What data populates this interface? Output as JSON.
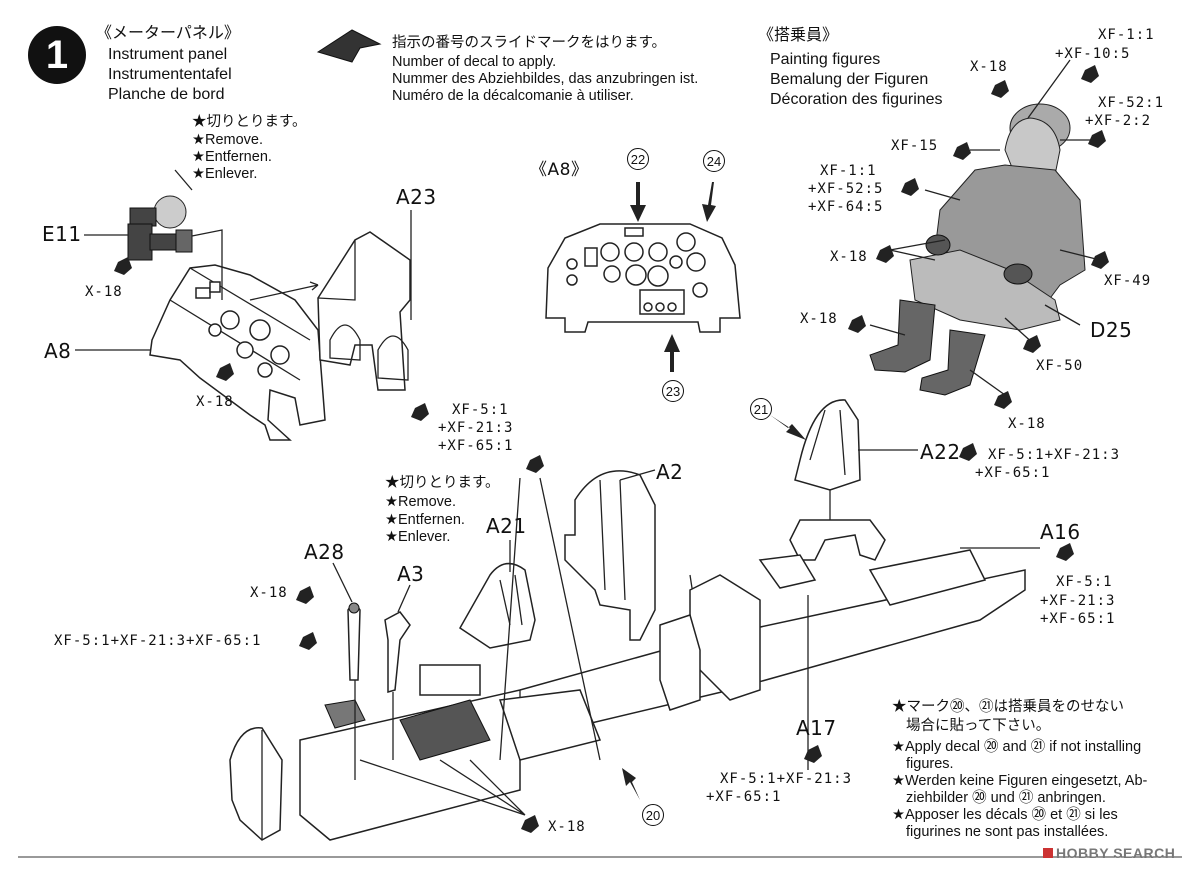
{
  "step": {
    "number": "1",
    "title_jp": "《メーターパネル》",
    "title_en": "Instrument panel",
    "title_de": "Instrumententafel",
    "title_fr": "Planche de bord"
  },
  "decal_note": {
    "jp": "指示の番号のスライドマークをはります。",
    "en": "Number of decal to apply.",
    "de": "Nummer des Abziehbildes, das anzubringen ist.",
    "fr": "Numéro de la décalcomanie à utiliser."
  },
  "figures_section": {
    "title_jp": "《搭乗員》",
    "en": "Painting figures",
    "de": "Bemalung der Figuren",
    "fr": "Décoration des figurines"
  },
  "remove_note": {
    "jp": "★切りとります。",
    "en": "★Remove.",
    "de": "★Entfernen.",
    "fr": "★Enlever."
  },
  "part_labels": {
    "e11": "E11",
    "a8": "A8",
    "a23": "A23",
    "a8_panel": "《A8》",
    "a2": "A2",
    "a21": "A21",
    "a22": "A22",
    "a28": "A28",
    "a3": "A3",
    "a16": "A16",
    "a17": "A17",
    "d25": "D25"
  },
  "decal_numbers": {
    "n22": "22",
    "n24": "24",
    "n23": "23",
    "n21": "21",
    "n20": "20"
  },
  "colors": {
    "x18": "X-18",
    "fig_helmet": "XF-1:1",
    "fig_helmet2": "+XF-10:5",
    "fig_xf52_2": "XF-52:1",
    "fig_xf52_2b": "+XF-2:2",
    "fig_xf15": "XF-15",
    "fig_suit1": "XF-1:1",
    "fig_suit2": "+XF-52:5",
    "fig_suit3": "+XF-64:5",
    "fig_xf49": "XF-49",
    "fig_xf50": "XF-50",
    "seat_1": "XF-5:1",
    "seat_2": "+XF-21:3",
    "seat_3": "+XF-65:1",
    "a22_1": "XF-5:1+XF-21:3",
    "a22_2": "+XF-65:1",
    "a16_1": "XF-5:1",
    "a16_2": "+XF-21:3",
    "a16_3": "+XF-65:1",
    "a28_mix": "XF-5:1+XF-21:3+XF-65:1",
    "a17_1": "XF-5:1+XF-21:3",
    "a17_2": "+XF-65:1"
  },
  "figure_note": {
    "jp1": "★マーク⑳、㉑は搭乗員をのせない",
    "jp2": "場合に貼って下さい。",
    "en1": "★Apply decal ⑳ and ㉑ if not installing",
    "en2": "figures.",
    "de1": "★Werden keine Figuren eingesetzt, Ab-",
    "de2": "ziehbilder ⑳ und ㉑ anbringen.",
    "fr1": "★Apposer les décals ⑳ et ㉑ si les",
    "fr2": "figurines ne sont pas installées."
  },
  "watermark": "HOBBY SEARCH"
}
